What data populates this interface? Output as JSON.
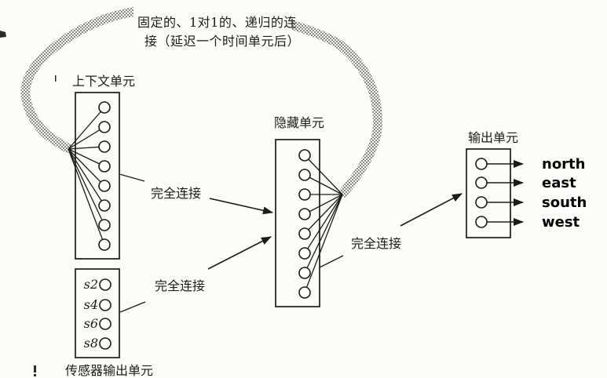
{
  "meta": {
    "background_color": "#fcfcfb",
    "ink_color": "#1b1b1b",
    "band_color": "#8a8a8a",
    "diagram_type": "recurrent-neural-network"
  },
  "note": {
    "line1": "固定的、1对1的、递归的连",
    "line2": "接（延迟一个时间单元后）"
  },
  "groups": {
    "context": {
      "title": "上下文单元",
      "unit_count": 8
    },
    "hidden": {
      "title": "隐藏单元",
      "unit_count": 8
    },
    "output": {
      "title": "输出单元",
      "unit_count": 4,
      "labels": [
        "north",
        "east",
        "south",
        "west"
      ]
    },
    "sensor": {
      "title": "传感器输出单元",
      "unit_labels": [
        "s2",
        "s4",
        "s6",
        "s8"
      ]
    }
  },
  "connections": {
    "context_to_hidden_label": "完全连接",
    "sensor_to_hidden_label": "完全连接",
    "hidden_to_output_label": "完全连接"
  }
}
